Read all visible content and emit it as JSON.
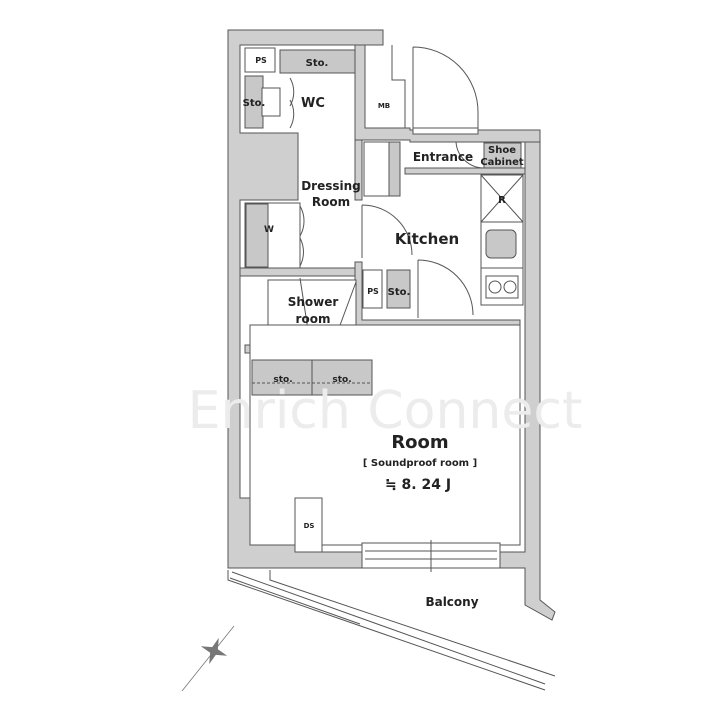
{
  "watermark": "Enrich Connect",
  "rooms": {
    "ps_top": "PS",
    "sto_top": "Sto.",
    "sto_wc": "Sto.",
    "wc": "WC",
    "mb": "MB",
    "entrance": "Entrance",
    "shoe_cabinet_1": "Shoe",
    "shoe_cabinet_2": "Cabinet",
    "refrigerator": "R",
    "dressing_1": "Dressing",
    "dressing_2": "Room",
    "washer": "W",
    "kitchen": "Kitchen",
    "ps_kitchen": "PS",
    "sto_kitchen": "Sto.",
    "shower_1": "Shower",
    "shower_2": "room",
    "sto_room_1": "sto.",
    "sto_room_2": "sto.",
    "room": "Room",
    "room_note": "[ Soundproof room ]",
    "room_area": "≒ 8. 24 J",
    "ds": "DS",
    "balcony": "Balcony"
  },
  "colors": {
    "wall": "#cfcfcf",
    "line": "#555555"
  },
  "compass_icon": "compass-star-icon"
}
